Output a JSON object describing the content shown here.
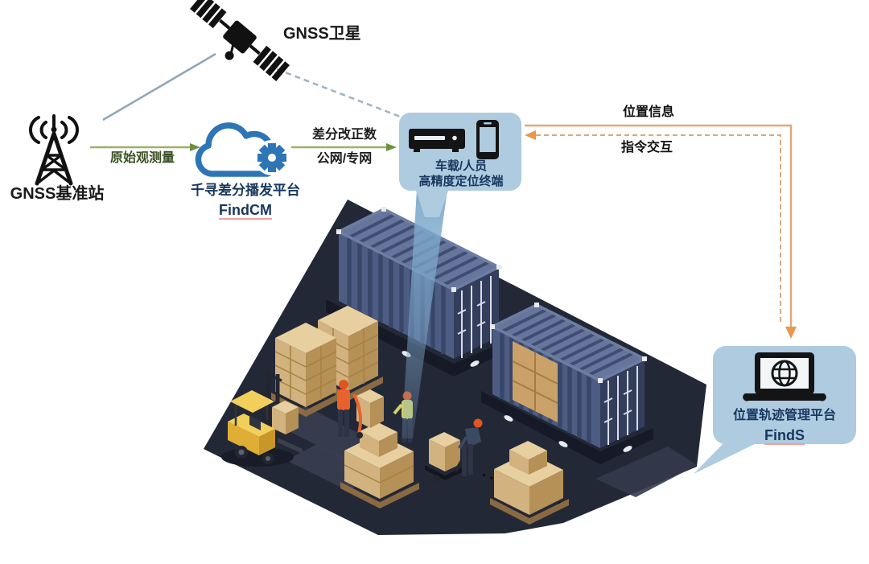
{
  "palette": {
    "bubble_fill": "#aecbe0",
    "label_navy": "#17375e",
    "cloud_blue": "#2e75b6",
    "arrow_green": "#9cb06c",
    "raw_text_green": "#3a4f22",
    "arrow_orange": "#e3a876",
    "beam_blue": "#7da9cc",
    "platform_dark": "#232837",
    "container_blue": "#4d5c82",
    "box_tan": "#d9b98a",
    "forklift_yellow": "#e8b93e",
    "satellite_line_blue": "#8fa6b6"
  },
  "nodes": {
    "satellite": {
      "label": "GNSS卫星"
    },
    "base_station": {
      "label": "GNSS基准站"
    },
    "cloud_platform": {
      "title": "千寻差分播发平台",
      "subtitle": "FindCM"
    },
    "terminal": {
      "line1": "车载/人员",
      "line2": "高精度定位终端"
    },
    "management_platform": {
      "title": "位置轨迹管理平台",
      "subtitle": "FindS"
    }
  },
  "flows": {
    "raw_observation": {
      "label": "原始观测量"
    },
    "differential_correction": {
      "label_line1": "差分改正数",
      "label_line2": "公网/专网"
    },
    "location_info": {
      "label": "位置信息"
    },
    "command_interaction": {
      "label": "指令交互"
    }
  }
}
